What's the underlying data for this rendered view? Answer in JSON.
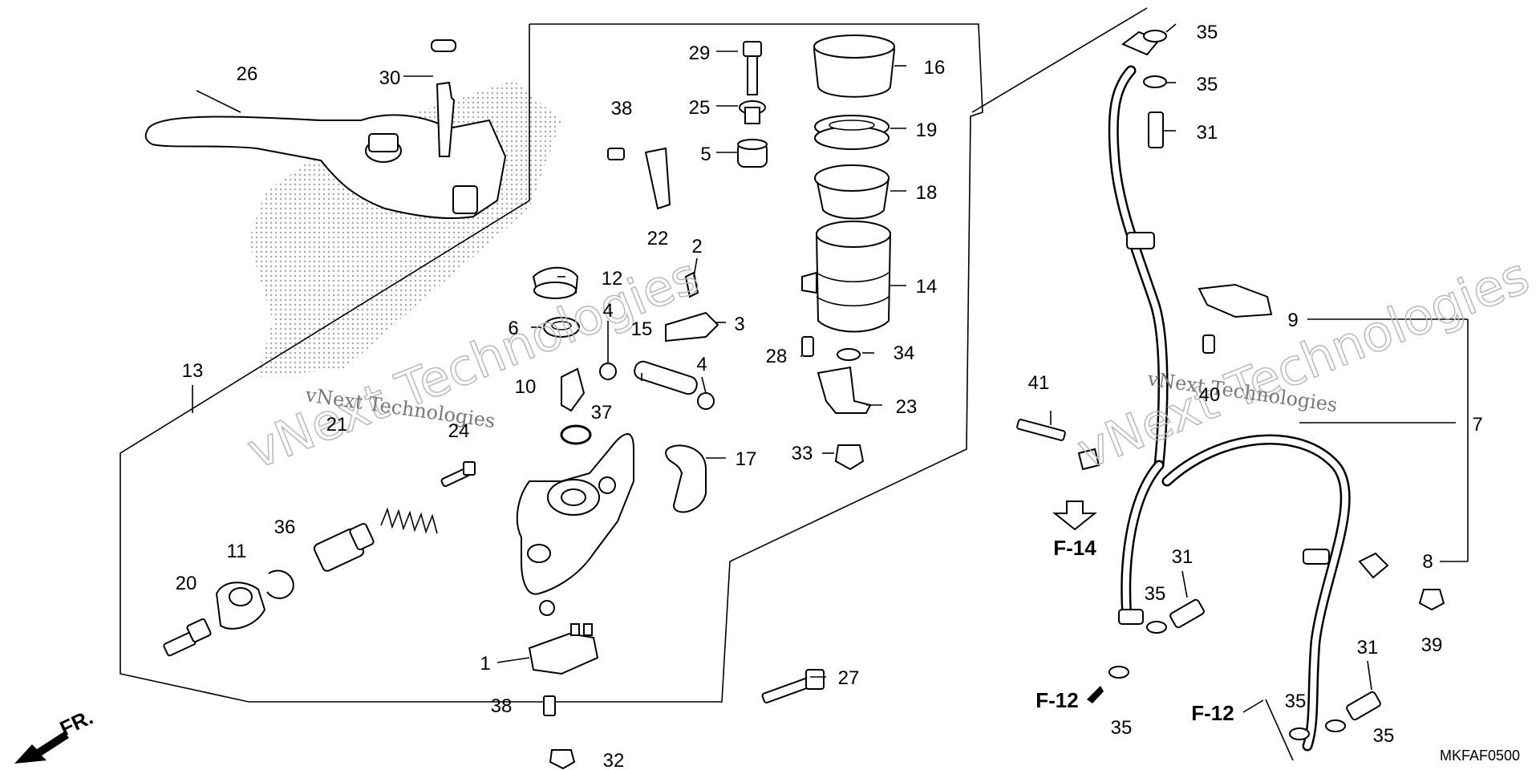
{
  "diagram": {
    "callouts": [
      {
        "n": "1"
      },
      {
        "n": "2"
      },
      {
        "n": "3"
      },
      {
        "n": "4"
      },
      {
        "n": "4"
      },
      {
        "n": "5"
      },
      {
        "n": "6"
      },
      {
        "n": "7"
      },
      {
        "n": "8"
      },
      {
        "n": "9"
      },
      {
        "n": "10"
      },
      {
        "n": "11"
      },
      {
        "n": "12"
      },
      {
        "n": "13"
      },
      {
        "n": "14"
      },
      {
        "n": "15"
      },
      {
        "n": "16"
      },
      {
        "n": "17"
      },
      {
        "n": "18"
      },
      {
        "n": "19"
      },
      {
        "n": "20"
      },
      {
        "n": "21"
      },
      {
        "n": "22"
      },
      {
        "n": "23"
      },
      {
        "n": "24"
      },
      {
        "n": "25"
      },
      {
        "n": "26"
      },
      {
        "n": "27"
      },
      {
        "n": "28"
      },
      {
        "n": "29"
      },
      {
        "n": "30"
      },
      {
        "n": "31"
      },
      {
        "n": "31"
      },
      {
        "n": "31"
      },
      {
        "n": "32"
      },
      {
        "n": "33"
      },
      {
        "n": "34"
      },
      {
        "n": "35"
      },
      {
        "n": "35"
      },
      {
        "n": "35"
      },
      {
        "n": "35"
      },
      {
        "n": "35"
      },
      {
        "n": "35"
      },
      {
        "n": "36"
      },
      {
        "n": "37"
      },
      {
        "n": "38"
      },
      {
        "n": "38"
      },
      {
        "n": "39"
      },
      {
        "n": "40"
      },
      {
        "n": "41"
      }
    ],
    "refs": [
      "F-14",
      "F-12",
      "F-12"
    ],
    "front_marker": "FR.",
    "diagram_code": "MKFAF0500",
    "watermark": {
      "big": "vNext Technologies",
      "small": "vNext Technologies"
    }
  }
}
